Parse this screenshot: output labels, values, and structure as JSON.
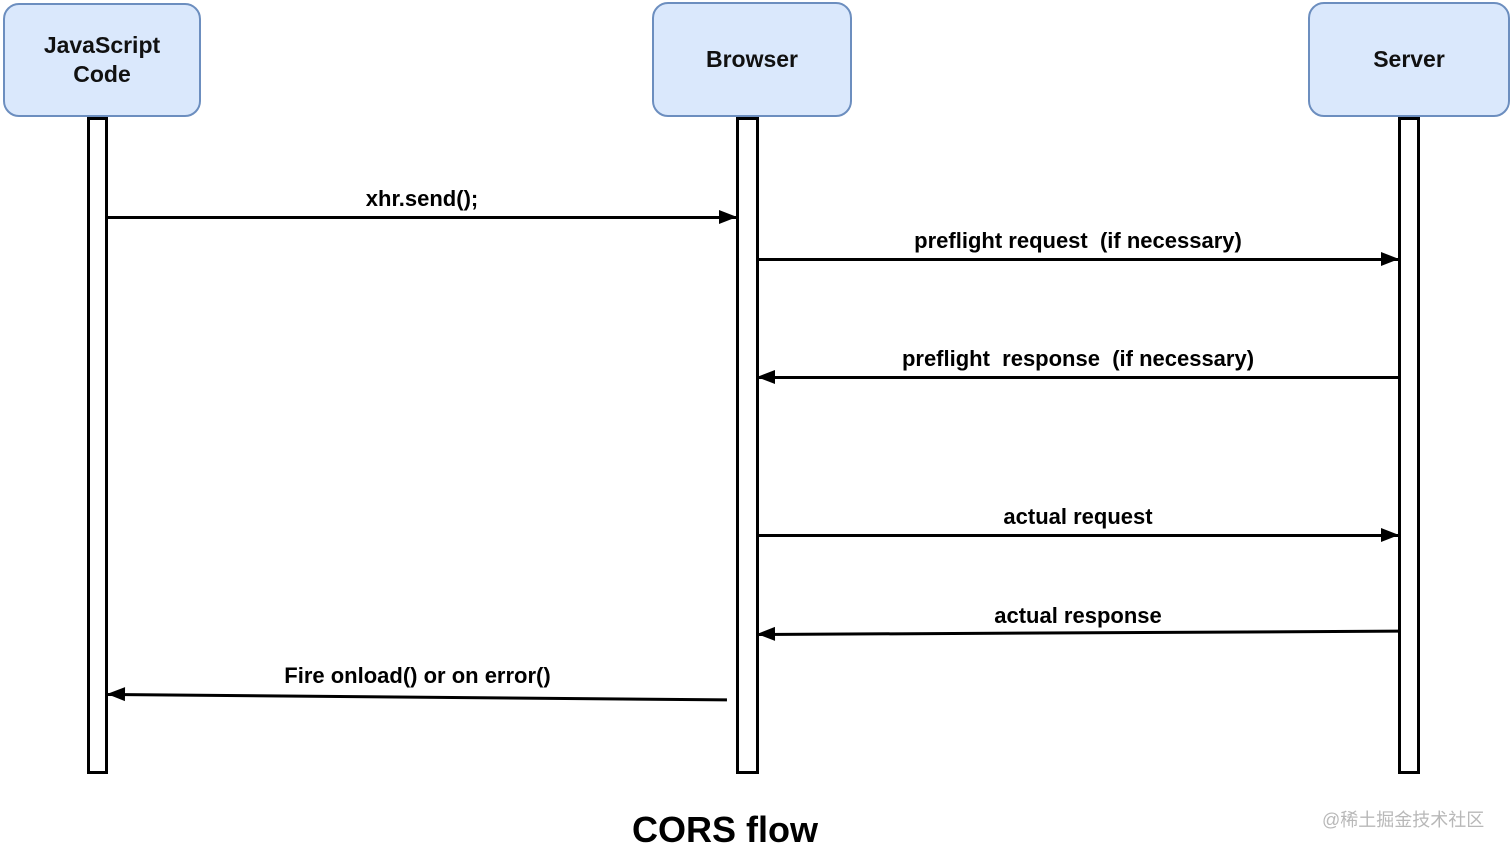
{
  "diagram": {
    "title": "CORS flow",
    "watermark": "@稀土掘金技术社区",
    "colors": {
      "actor_fill": "#dae8fc",
      "actor_border": "#6c8ebf",
      "arrow": "#000000",
      "watermark_text": "#b8b8b8"
    },
    "actors": [
      {
        "id": "javascript-code",
        "label": "JavaScript\nCode"
      },
      {
        "id": "browser",
        "label": "Browser"
      },
      {
        "id": "server",
        "label": "Server"
      }
    ],
    "messages": [
      {
        "label": "xhr.send();",
        "from": "JavaScript Code",
        "to": "Browser",
        "direction": "right"
      },
      {
        "label": "preflight request  (if necessary)",
        "from": "Browser",
        "to": "Server",
        "direction": "right"
      },
      {
        "label": "preflight  response  (if necessary)",
        "from": "Server",
        "to": "Browser",
        "direction": "left"
      },
      {
        "label": "actual request",
        "from": "Browser",
        "to": "Server",
        "direction": "right"
      },
      {
        "label": "actual response",
        "from": "Server",
        "to": "Browser",
        "direction": "left"
      },
      {
        "label": "Fire onload() or on error()",
        "from": "Browser",
        "to": "JavaScript Code",
        "direction": "left"
      }
    ]
  }
}
